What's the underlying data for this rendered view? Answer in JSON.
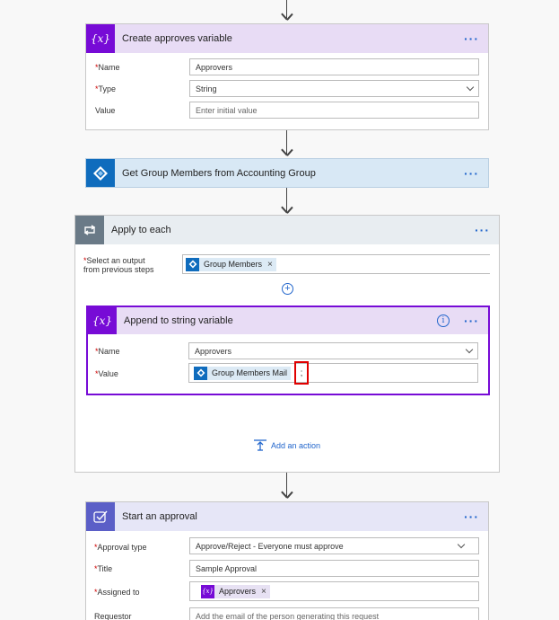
{
  "create_var": {
    "title": "Create approves variable",
    "icon_glyph": "{x}",
    "name_label": "Name",
    "name_value": "Approvers",
    "type_label": "Type",
    "type_value": "String",
    "value_label": "Value",
    "value_placeholder": "Enter initial value"
  },
  "get_group": {
    "title": "Get Group Members from Accounting Group"
  },
  "apply_each": {
    "title": "Apply to each",
    "select_label_1": "Select an output",
    "select_label_2": "from previous steps",
    "token_label": "Group Members"
  },
  "append_var": {
    "title": "Append to string variable",
    "icon_glyph": "{x}",
    "name_label": "Name",
    "name_value": "Approvers",
    "value_label": "Value",
    "token_label": "Group Members Mail",
    "trailing_text": ";"
  },
  "add_action": {
    "label": "Add an action"
  },
  "approval": {
    "title": "Start an approval",
    "type_label": "Approval type",
    "type_value": "Approve/Reject - Everyone must approve",
    "title_label": "Title",
    "title_value": "Sample Approval",
    "assigned_label": "Assigned to",
    "assigned_token": "Approvers",
    "assigned_token_glyph": "{x}",
    "requestor_label": "Requestor",
    "requestor_placeholder": "Add the email of the person generating this request"
  },
  "colors": {
    "variable_purple": "#770bd6",
    "variable_header_bg": "#e8dcf5",
    "group_blue": "#0f6cbd",
    "group_header_bg": "#d8e8f5",
    "apply_gray": "#6a7a87",
    "apply_header_bg": "#e8edf1",
    "approval_purple": "#5b5fc7",
    "approval_header_bg": "#e6e6f7",
    "highlight_red": "#e00000"
  }
}
